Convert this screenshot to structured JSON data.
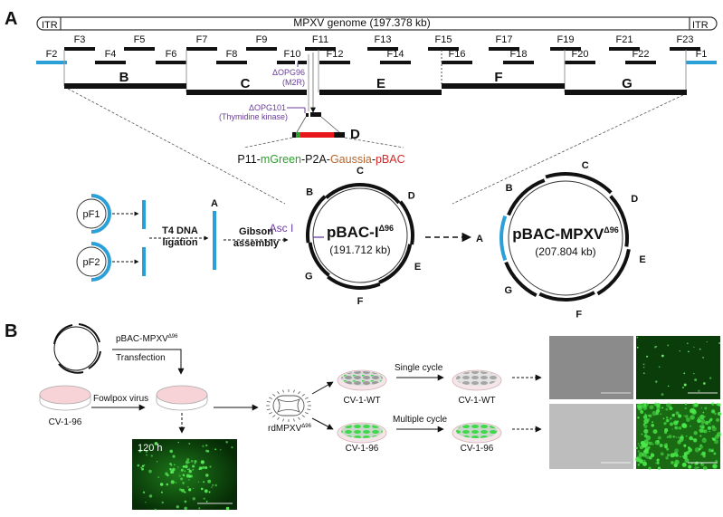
{
  "panelA": {
    "label": "A",
    "genome_title": "MPXV genome (197.378 kb)",
    "itr_left": "ITR",
    "itr_right": "ITR",
    "fragments_top": [
      "F3",
      "F5",
      "F7",
      "F9",
      "F11",
      "F13",
      "F15",
      "F17",
      "F19",
      "F21",
      "F23"
    ],
    "fragments_bottom": [
      "F2",
      "F4",
      "F6",
      "F8",
      "F10",
      "F12",
      "F14",
      "F16",
      "F18",
      "F20",
      "F22",
      "F1"
    ],
    "segments": [
      "B",
      "C",
      "E",
      "F",
      "G"
    ],
    "deletion_96": {
      "line1": "ΔOPG96",
      "line2": "(M2R)"
    },
    "deletion_101": {
      "line1": "ΔOPG101",
      "line2": "(Thymidine kinase)"
    },
    "segment_D": "D",
    "cassette": [
      {
        "text": "P11-",
        "color": "#111111"
      },
      {
        "text": "mGreen",
        "color": "#2ca02c"
      },
      {
        "text": "-P2A-",
        "color": "#111111"
      },
      {
        "text": "Gaussia",
        "color": "#b5652b"
      },
      {
        "text": "-",
        "color": "#111111"
      },
      {
        "text": "pBAC",
        "color": "#d62728"
      }
    ],
    "pF1": "pF1",
    "pF2": "pF2",
    "t4_line1": "T4 DNA",
    "t4_line2": "ligation",
    "segment_A": "A",
    "gibson_line1": "Gibson",
    "gibson_line2": "assembly",
    "asc": "Asc I",
    "plasmid1": {
      "name": "pBAC-I",
      "sup": "Δ96",
      "size": "(191.712 kb)",
      "labels": [
        "B",
        "C",
        "D",
        "E",
        "F",
        "G"
      ]
    },
    "plasmid2": {
      "name": "pBAC-MPXV",
      "sup": "Δ96",
      "size": "(207.804 kb)",
      "labels": [
        "A",
        "B",
        "C",
        "D",
        "E",
        "F",
        "G"
      ]
    }
  },
  "panelB": {
    "label": "B",
    "plasmid_name": "pBAC-MPXV",
    "plasmid_sup": "Δ96",
    "transfection": "Transfection",
    "fowlpox": "Fowlpox virus",
    "cell_start": "CV-1-96",
    "time": "120 h",
    "virus_name": "rdMPXV",
    "virus_sup": "Δ96",
    "single": "Single cycle",
    "multiple": "Multiple cycle",
    "cv_wt_1": "CV-1-WT",
    "cv_wt_2": "CV-1-WT",
    "cv96_1": "CV-1-96",
    "cv96_2": "CV-1-96"
  },
  "colors": {
    "blue": "#2a9fd8",
    "green": "#2ecc40",
    "red": "#e8161b",
    "purple": "#6a3d9a",
    "dish": "#f7d3d8"
  }
}
